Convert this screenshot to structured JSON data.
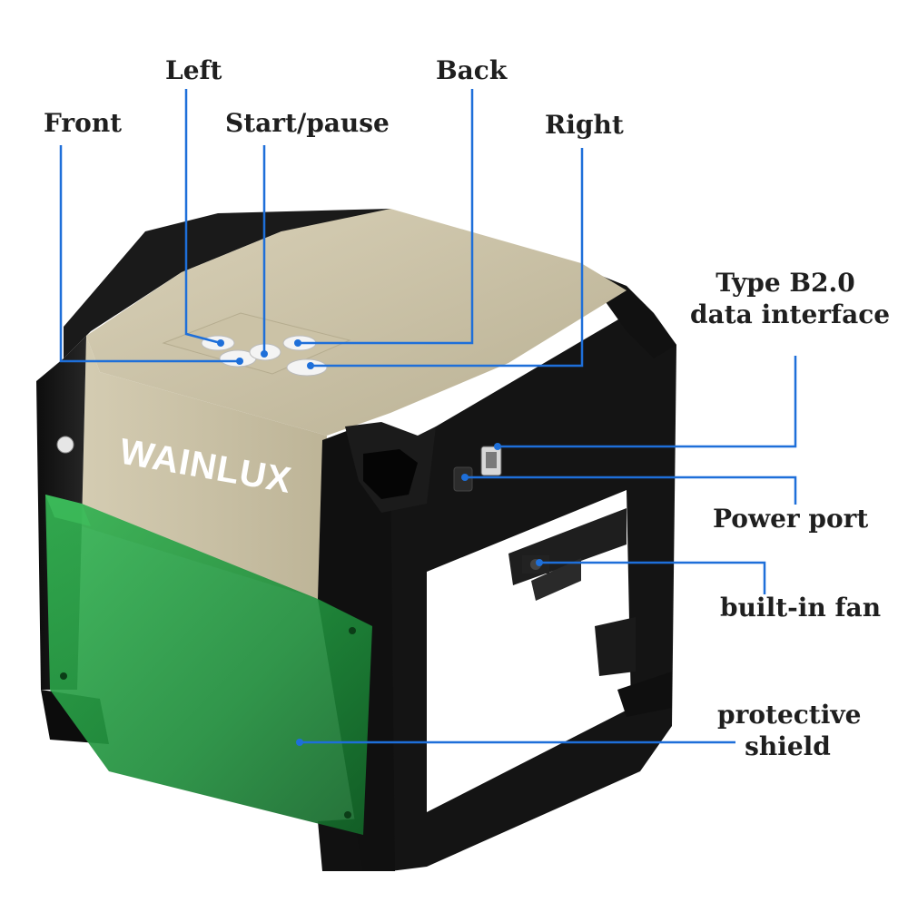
{
  "labels": {
    "front": "Front",
    "left": "Left",
    "start_pause": "Start/pause",
    "back": "Back",
    "right": "Right",
    "type_b_line1": "Type B2.0",
    "type_b_line2": "data interface",
    "power_port": "Power port",
    "built_in_fan": "built-in fan",
    "protective_line1": "protective",
    "protective_line2": "shield"
  },
  "brand": {
    "logo_text": "WAINLUX"
  },
  "colors": {
    "leader_line": "#1e6fd9",
    "frame_black": "#161616",
    "top_panel": "#cfc6aa",
    "shield_green": "#2fa84a",
    "button_white": "#f4f4f4"
  }
}
